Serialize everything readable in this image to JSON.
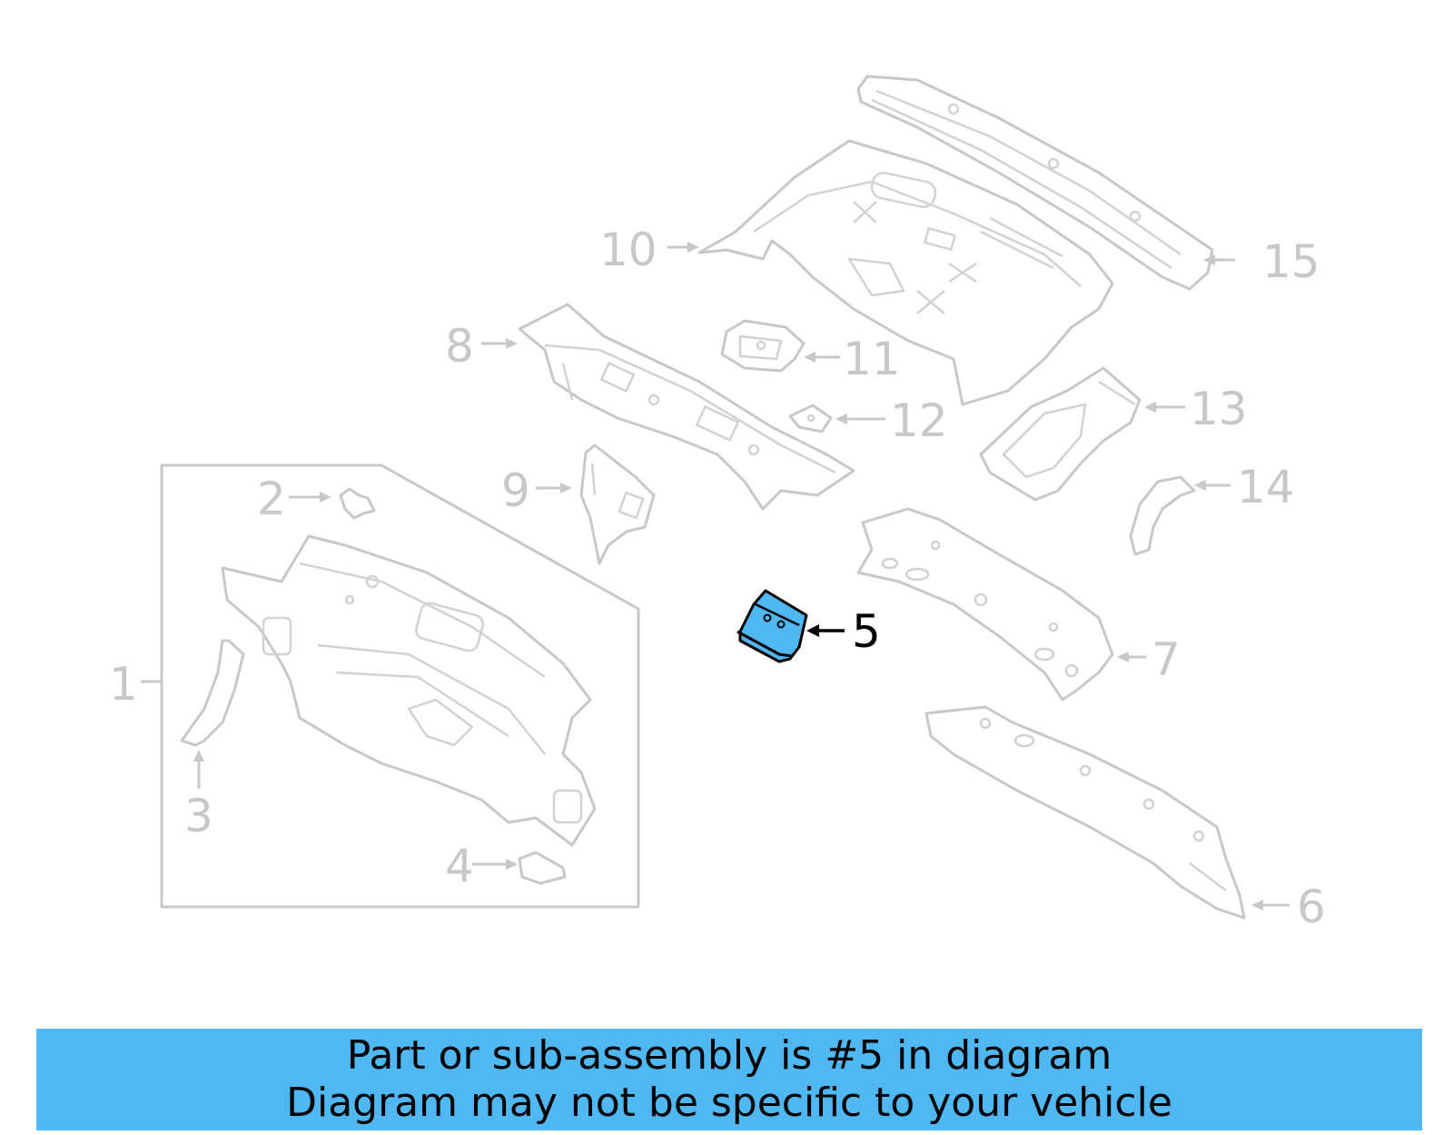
{
  "diagram": {
    "callouts": [
      {
        "id": "1",
        "label": "1"
      },
      {
        "id": "2",
        "label": "2"
      },
      {
        "id": "3",
        "label": "3"
      },
      {
        "id": "4",
        "label": "4"
      },
      {
        "id": "5",
        "label": "5"
      },
      {
        "id": "6",
        "label": "6"
      },
      {
        "id": "7",
        "label": "7"
      },
      {
        "id": "8",
        "label": "8"
      },
      {
        "id": "9",
        "label": "9"
      },
      {
        "id": "10",
        "label": "10"
      },
      {
        "id": "11",
        "label": "11"
      },
      {
        "id": "12",
        "label": "12"
      },
      {
        "id": "13",
        "label": "13"
      },
      {
        "id": "14",
        "label": "14"
      },
      {
        "id": "15",
        "label": "15"
      }
    ],
    "highlighted_part": "5",
    "colors": {
      "highlight": "#4fb8f2",
      "inactive_line": "#c8c8c8",
      "active_line": "#000000"
    }
  },
  "banner": {
    "line1": "Part or sub-assembly is #5 in diagram",
    "line2": "Diagram may not be specific to your vehicle",
    "background": "#4fb8f2"
  }
}
